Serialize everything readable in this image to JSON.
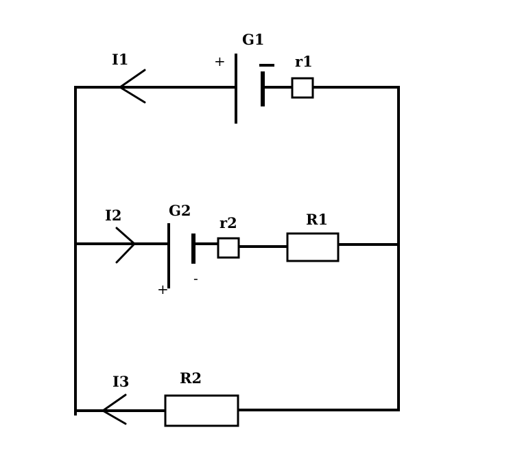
{
  "labels": {
    "I1": "I1",
    "I2": "I2",
    "I3": "I3",
    "G1": "G1",
    "G2": "G2",
    "r1": "r1",
    "r2": "r2",
    "R1": "R1",
    "R2": "R2"
  },
  "signs": {
    "g1_plus": "+",
    "g1_minus": "—",
    "g2_plus": "+",
    "g2_minus": "-"
  }
}
